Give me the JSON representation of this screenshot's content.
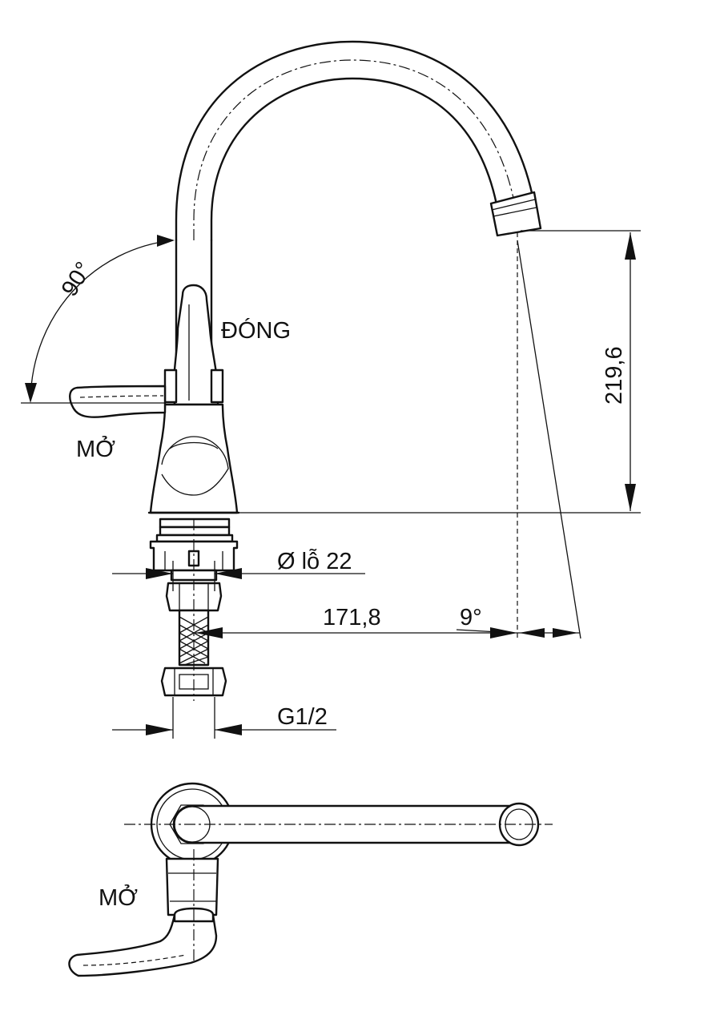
{
  "labels": {
    "angle_rotation": "90°",
    "closed": "ĐÓNG",
    "open_side": "MỞ",
    "open_top": "MỞ",
    "height": "219,6",
    "hole_diameter": "Ø lỗ 22",
    "reach": "171,8",
    "spout_angle": "9°",
    "thread": "G1/2"
  }
}
